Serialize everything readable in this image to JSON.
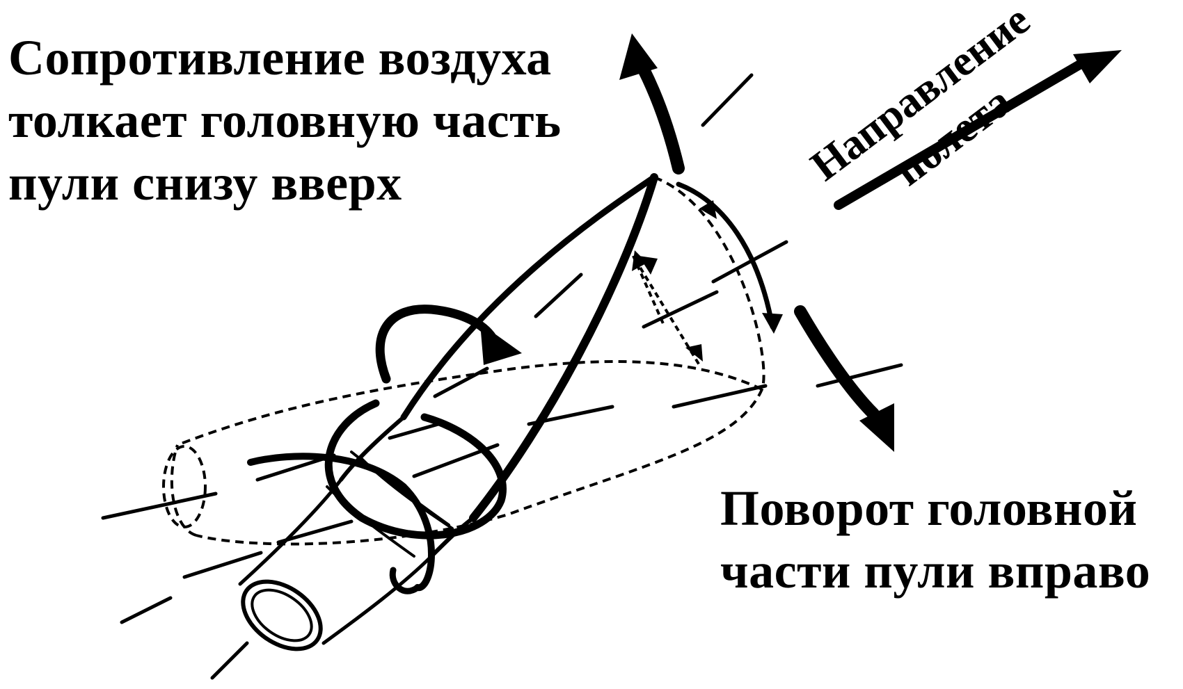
{
  "labels": {
    "air_resistance": [
      "Сопротивление воздуха",
      "толкает головную часть",
      "пули снизу вверх"
    ],
    "flight_direction": [
      "Направление",
      "полета"
    ],
    "head_turn": [
      "Поворот головной",
      "части пули вправо"
    ]
  },
  "colors": {
    "ink": "#000000",
    "paper": "#ffffff"
  }
}
